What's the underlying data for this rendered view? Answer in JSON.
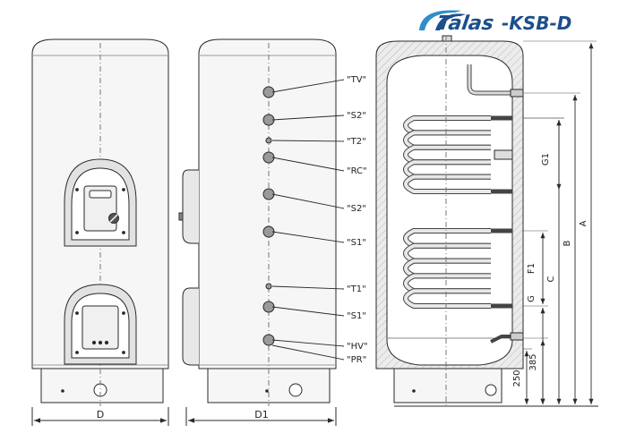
{
  "brand": {
    "name": "Talas",
    "model": "-KSB-D"
  },
  "port_labels": [
    "\"TV\"",
    "\"S2\"",
    "\"T2\"",
    "\"RC\"",
    "\"S2\"",
    "\"S1\"",
    "\"T1\"",
    "\"S1\"",
    "\"HV\"",
    "\"PR\""
  ],
  "dimensions": {
    "width_front": "D",
    "width_side": "D1",
    "vertical": [
      "A",
      "B",
      "C",
      "G1",
      "F1",
      "G"
    ],
    "height_385": "385",
    "height_250": "250"
  },
  "colors": {
    "line": "#2a2a2a",
    "tank_fill": "#f6f6f6",
    "insulation": "#e4e4e4",
    "port": "#9a9a9a",
    "logo_blue": "#1c4f8c",
    "logo_swoosh": "#2e8fc9"
  }
}
